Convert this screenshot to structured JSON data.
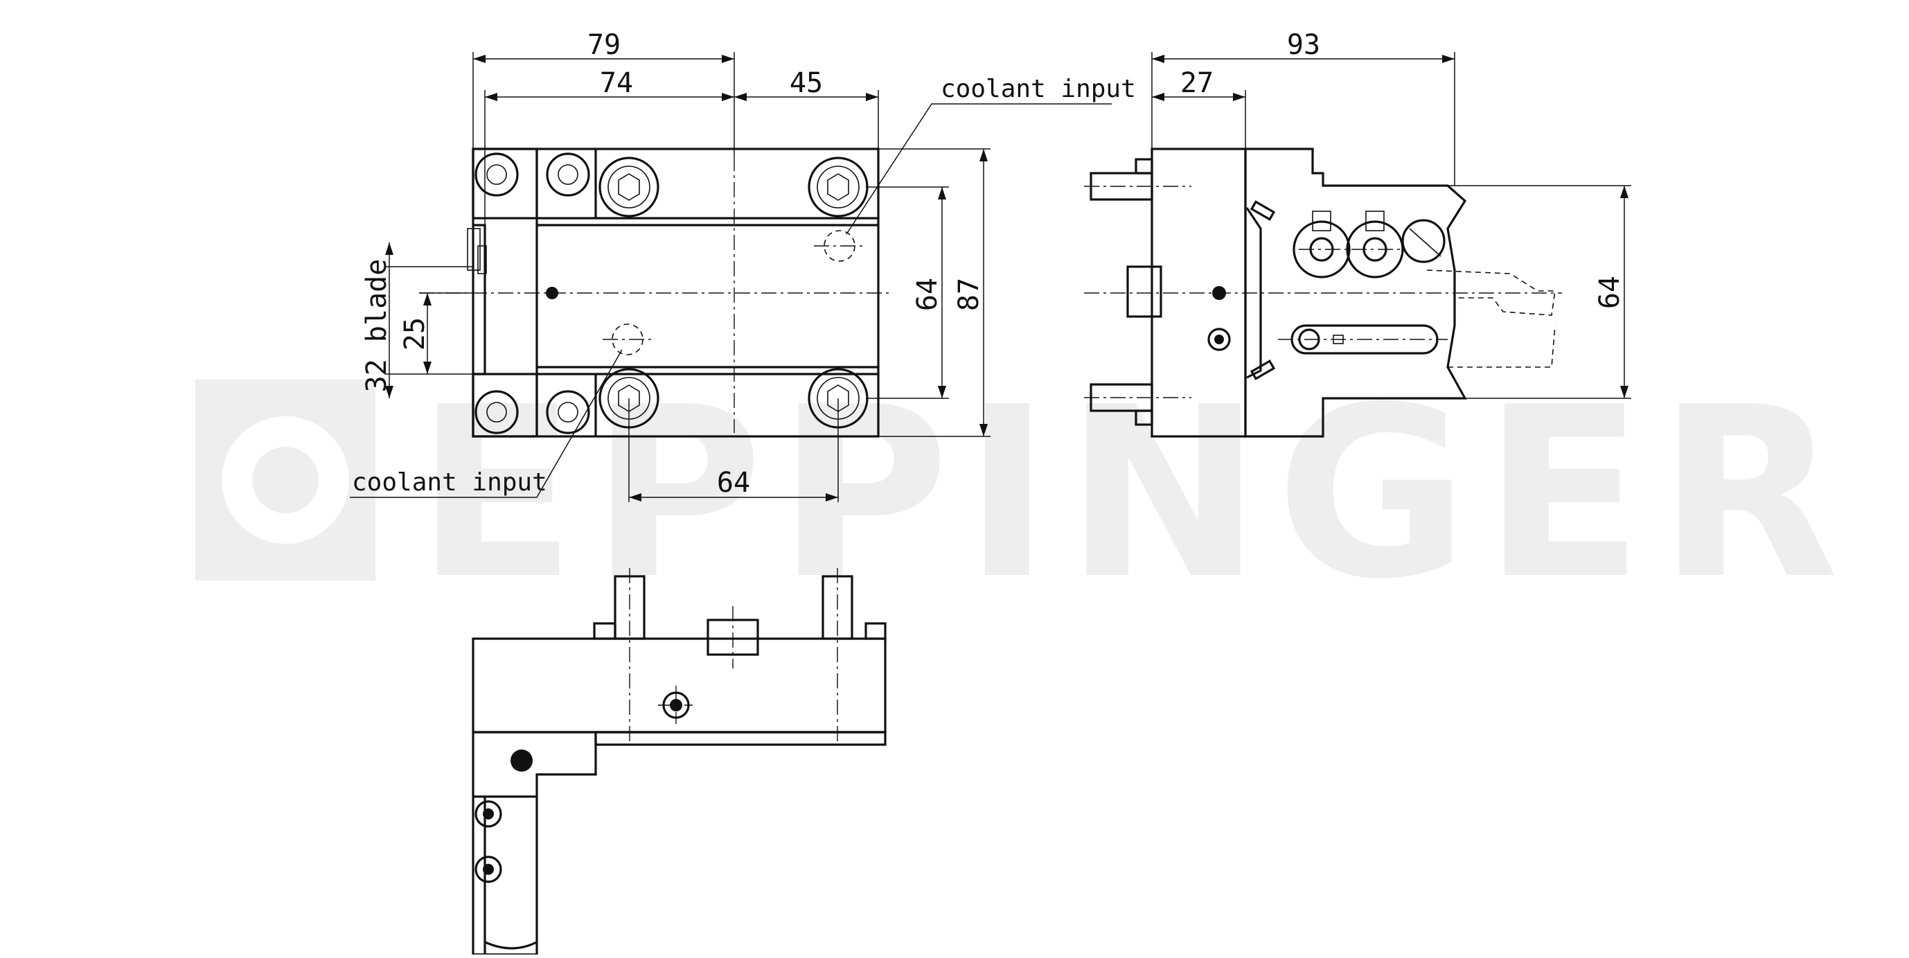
{
  "watermark": {
    "text": "EPPINGER",
    "color": "#eeeeee"
  },
  "front_view": {
    "dim_top_overall": "79",
    "dim_top_left": "74",
    "dim_top_right": "45",
    "dim_bottom": "64",
    "dim_side_inner": "64",
    "dim_side_outer": "87",
    "dim_left_short": "25",
    "dim_left_blade": "32 blade",
    "coolant_top": "coolant input",
    "coolant_bottom": "coolant input"
  },
  "side_view": {
    "dim_top_overall": "93",
    "dim_top_left": "27",
    "dim_right": "64"
  },
  "colors": {
    "line": "#111111",
    "background": "#ffffff"
  }
}
